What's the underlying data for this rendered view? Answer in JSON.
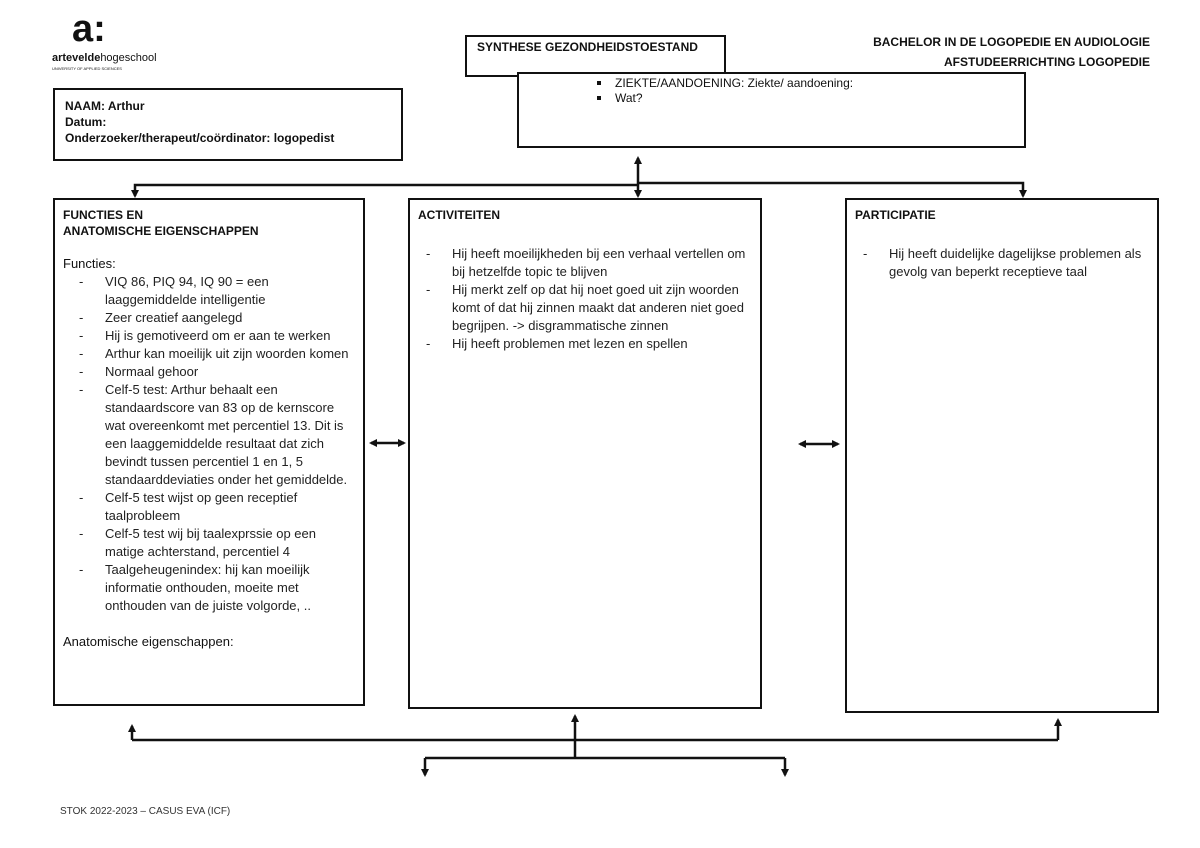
{
  "logo": {
    "mark": "a:",
    "name_bold": "artevelde",
    "name_light": "hogeschool",
    "tagline": "UNIVERSITY OF APPLIED SCIENCES"
  },
  "header": {
    "line1": "BACHELOR IN DE LOGOPEDIE EN AUDIOLOGIE",
    "line2": "AFSTUDEERRICHTING LOGOPEDIE"
  },
  "info": {
    "naam": "NAAM: Arthur",
    "datum": "Datum:",
    "onderzoeker": "Onderzoeker/therapeut/coördinator: logopedist"
  },
  "synthese": {
    "title": "SYNTHESE GEZONDHEIDSTOESTAND"
  },
  "ziekte": {
    "items": [
      "ZIEKTE/AANDOENING: Ziekte/ aandoening:",
      "Wat?"
    ]
  },
  "functies": {
    "title1": "FUNCTIES EN",
    "title2": "ANATOMISCHE EIGENSCHAPPEN",
    "subtitle": "Functies:",
    "items": [
      "VIQ 86, PIQ 94, IQ 90 = een laaggemiddelde intelligentie",
      "Zeer creatief aangelegd",
      "Hij is gemotiveerd om er aan te werken",
      "Arthur kan moeilijk uit zijn woorden komen",
      "Normaal gehoor",
      "Celf-5 test: Arthur behaalt een standaardscore van 83 op de kernscore wat overeenkomt met percentiel 13. Dit is een laaggemiddelde resultaat dat zich bevindt tussen percentiel 1 en 1, 5 standaarddeviaties onder het gemiddelde.",
      "Celf-5 test wijst op geen receptief taalprobleem",
      "Celf-5 test wij bij taalexprssie op een matige achterstand, percentiel 4",
      "Taalgeheugenindex: hij kan moeilijk informatie onthouden, moeite met onthouden van de juiste volgorde, .."
    ],
    "anatomisch": "Anatomische eigenschappen:"
  },
  "activiteiten": {
    "title": "ACTIVITEITEN",
    "items": [
      "Hij heeft moeilijkheden bij een verhaal vertellen om bij hetzelfde topic te blijven",
      "Hij merkt zelf op dat hij noet goed uit zijn woorden komt of dat hij zinnen maakt dat anderen niet goed begrijpen. -> disgrammatische zinnen",
      "Hij heeft problemen met lezen en spellen"
    ]
  },
  "participatie": {
    "title": "PARTICIPATIE",
    "items": [
      "Hij heeft duidelijke dagelijkse problemen als gevolg van beperkt receptieve taal"
    ]
  },
  "footer": "STOK 2022-2023 – CASUS EVA (ICF)"
}
